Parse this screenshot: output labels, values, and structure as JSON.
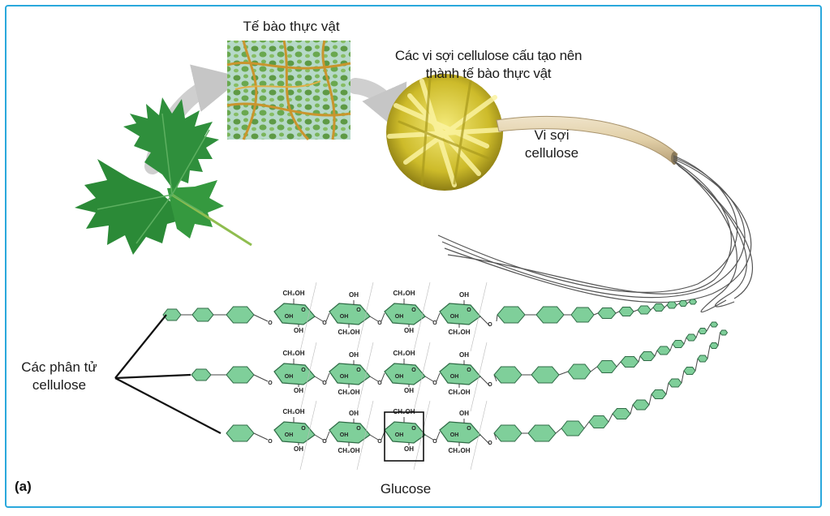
{
  "labels": {
    "plant_cell": "Tế bào thực vật",
    "microfibril_caption_line1": "Các vi sợi cellulose cấu tạo nên",
    "microfibril_caption_line2": "thành tế bào thực vật",
    "microfibril_line1": "Vi sợi",
    "microfibril_line2": "cellulose",
    "molecules_line1": "Các phân tử",
    "molecules_line2": "cellulose",
    "glucose": "Glucose",
    "panel": "(a)"
  },
  "ring_labels": {
    "ch2oh": "CH₂OH",
    "oh": "OH",
    "o": "O"
  },
  "colors": {
    "border": "#2aa8dc",
    "ring_fill": "#7fcf9a",
    "ring_stroke": "#2f6b46",
    "leaf": "#2f8f3c",
    "fibril_yellow": "#d9c93a",
    "arrow_gray": "#c9c9c9"
  }
}
